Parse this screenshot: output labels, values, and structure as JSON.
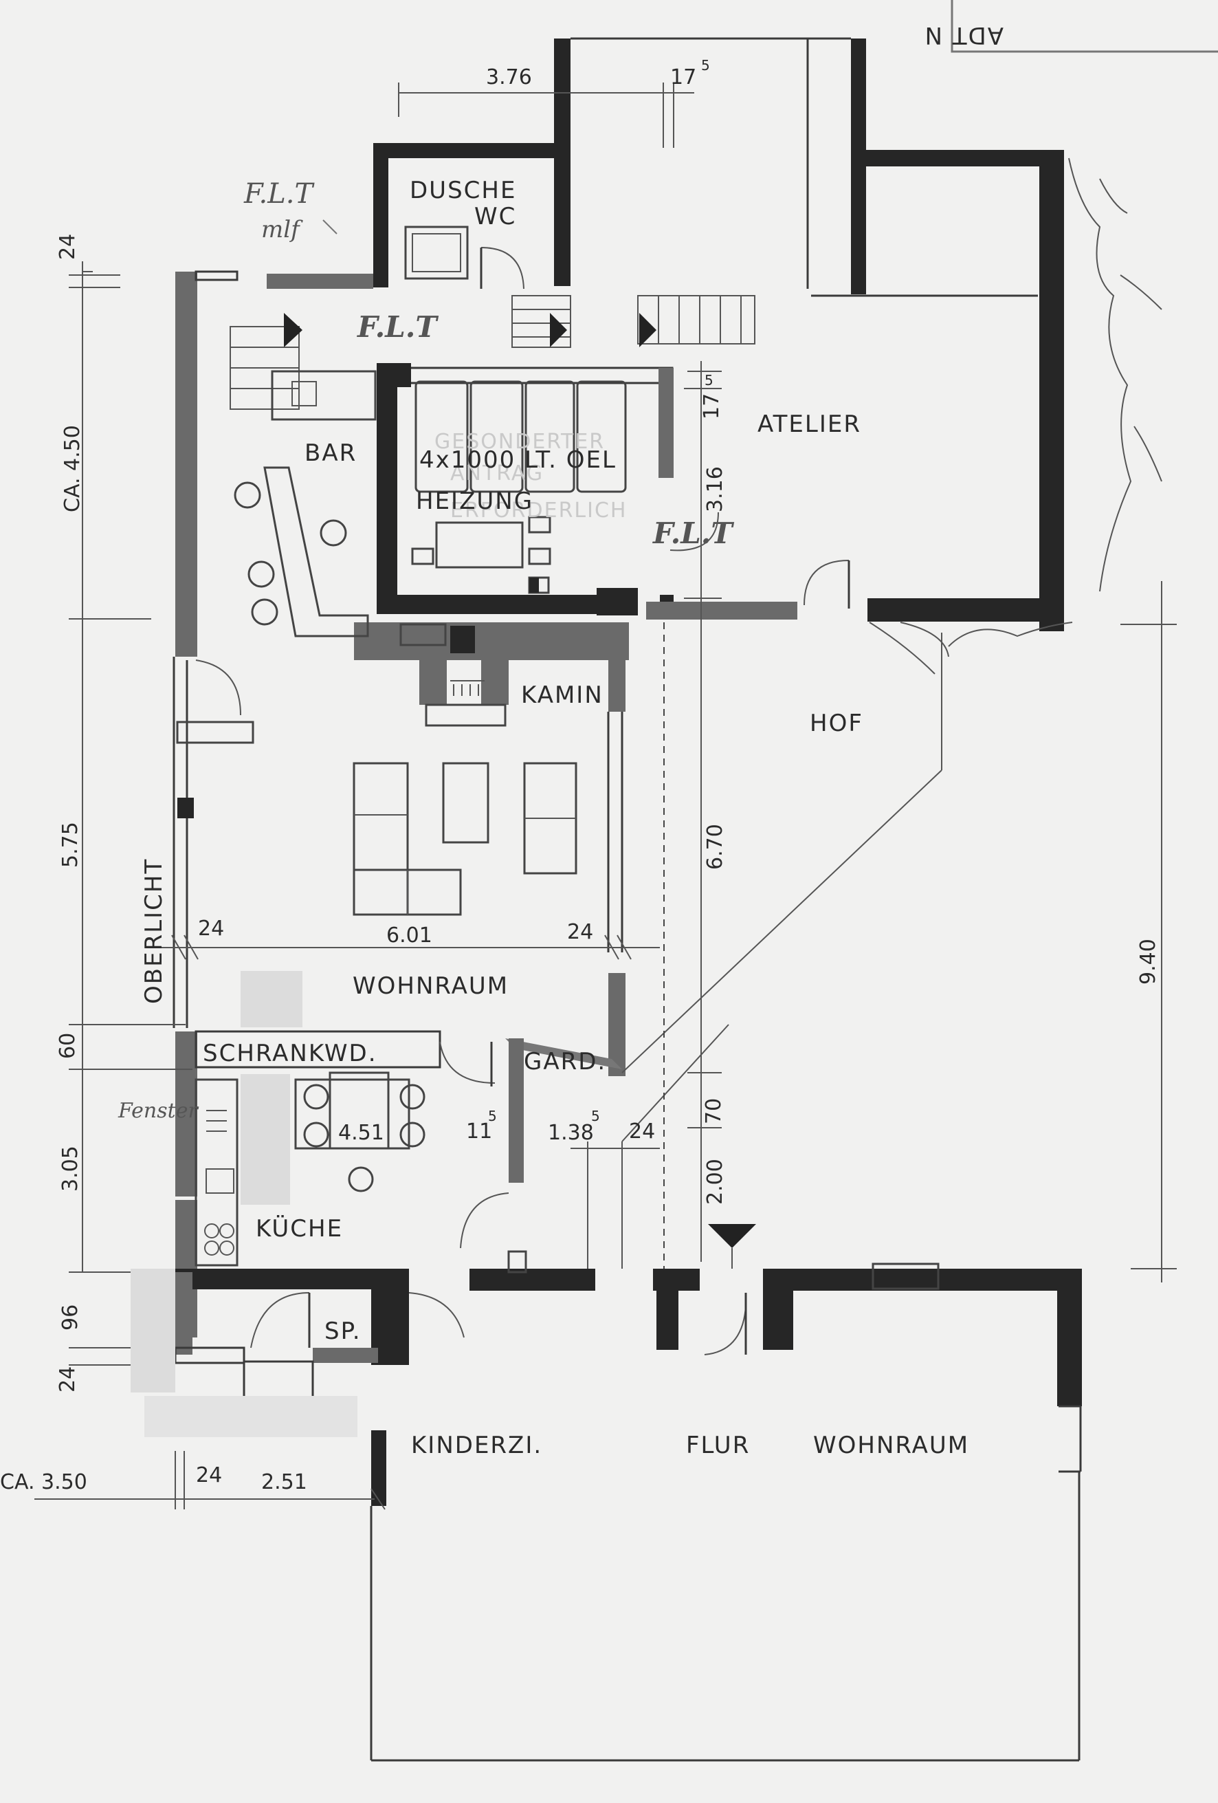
{
  "rooms": {
    "dusche": "DUSCHE",
    "wc": "WC",
    "bar": "BAR",
    "oel": "4x1000 LT. OEL",
    "heizung": "HEIZUNG",
    "atelier": "ATELIER",
    "kamin": "KAMIN",
    "hof": "HOF",
    "oberlicht": "OBERLICHT",
    "wohnraum": "WOHNRAUM",
    "schrankwd": "SCHRANKWD.",
    "gard": "GARD.",
    "kueche": "KÜCHE",
    "sp": "SP.",
    "kinderzi": "KINDERZI.",
    "flur": "FLUR",
    "wohnraum_2": "WOHNRAUM"
  },
  "ghost_text": {
    "line1": "GESONDERTER",
    "line2": "ANTRAG",
    "line3": "ERFORDERLICH"
  },
  "dimensions": {
    "d376": "3.76",
    "d175_top": "17",
    "d175_top_sup": "5",
    "d24_top": "24",
    "ca450": "CA. 4.50",
    "d175_right": "17",
    "d175_right_sup": "5",
    "d316": "3.16",
    "d575": "5.75",
    "d670": "6.70",
    "d940": "9.40",
    "d601": "6.01",
    "d24_left": "24",
    "d24_mid": "24",
    "d60": "60",
    "d305": "3.05",
    "d451": "4.51",
    "d115": "11",
    "d115_sup": "5",
    "d138": "1.38",
    "d5": "5",
    "d24_gard": "24",
    "d70": "70",
    "d200": "2.00",
    "d96": "96",
    "d24_bottom": "24",
    "ca350": "CA. 3.50",
    "d24_b2": "24",
    "d251": "2.51"
  },
  "stamp": {
    "text": "ADT N"
  },
  "handwritten": {
    "flt1": "F.L.T",
    "flt1_sub": "mlf",
    "flt2": "F.L.T",
    "flt3": "F.L.T",
    "fenster": "Fenster"
  }
}
